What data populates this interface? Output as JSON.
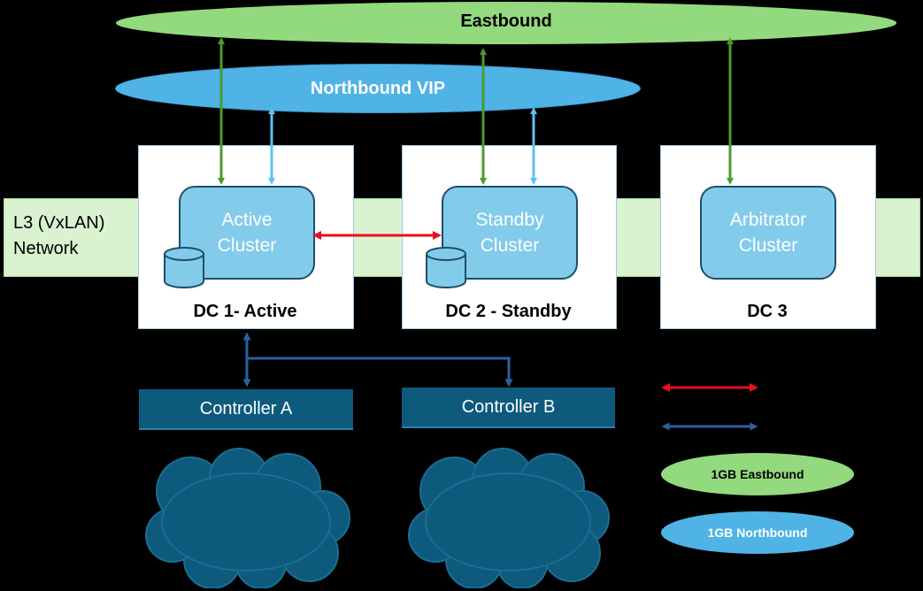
{
  "eastbound": {
    "label": "Eastbound"
  },
  "northbound": {
    "label": "Northbound VIP"
  },
  "network": {
    "label_line1": "L3 (VxLAN)",
    "label_line2": "Network"
  },
  "datacenters": [
    {
      "cluster_line1": "Active",
      "cluster_line2": "Cluster",
      "label": "DC 1- Active"
    },
    {
      "cluster_line1": "Standby",
      "cluster_line2": "Cluster",
      "label": "DC 2 - Standby"
    },
    {
      "cluster_line1": "Arbitrator",
      "cluster_line2": "Cluster",
      "label": "DC 3"
    }
  ],
  "controllers": [
    {
      "label": "Controller A"
    },
    {
      "label": "Controller B"
    }
  ],
  "legend": {
    "eastbound": "1GB Eastbound",
    "northbound": "1GB Northbound"
  },
  "colors": {
    "eastbound_green": "#93d97e",
    "northbound_blue": "#4fb3e6",
    "replication_red": "#e8101a",
    "controller_dark_blue": "#0e5a7c",
    "cloud": "#0e5a7c",
    "arrow_green": "#4e9a2e",
    "arrow_light_blue": "#5ec2ef",
    "arrow_dark_blue": "#2e5f9e"
  }
}
